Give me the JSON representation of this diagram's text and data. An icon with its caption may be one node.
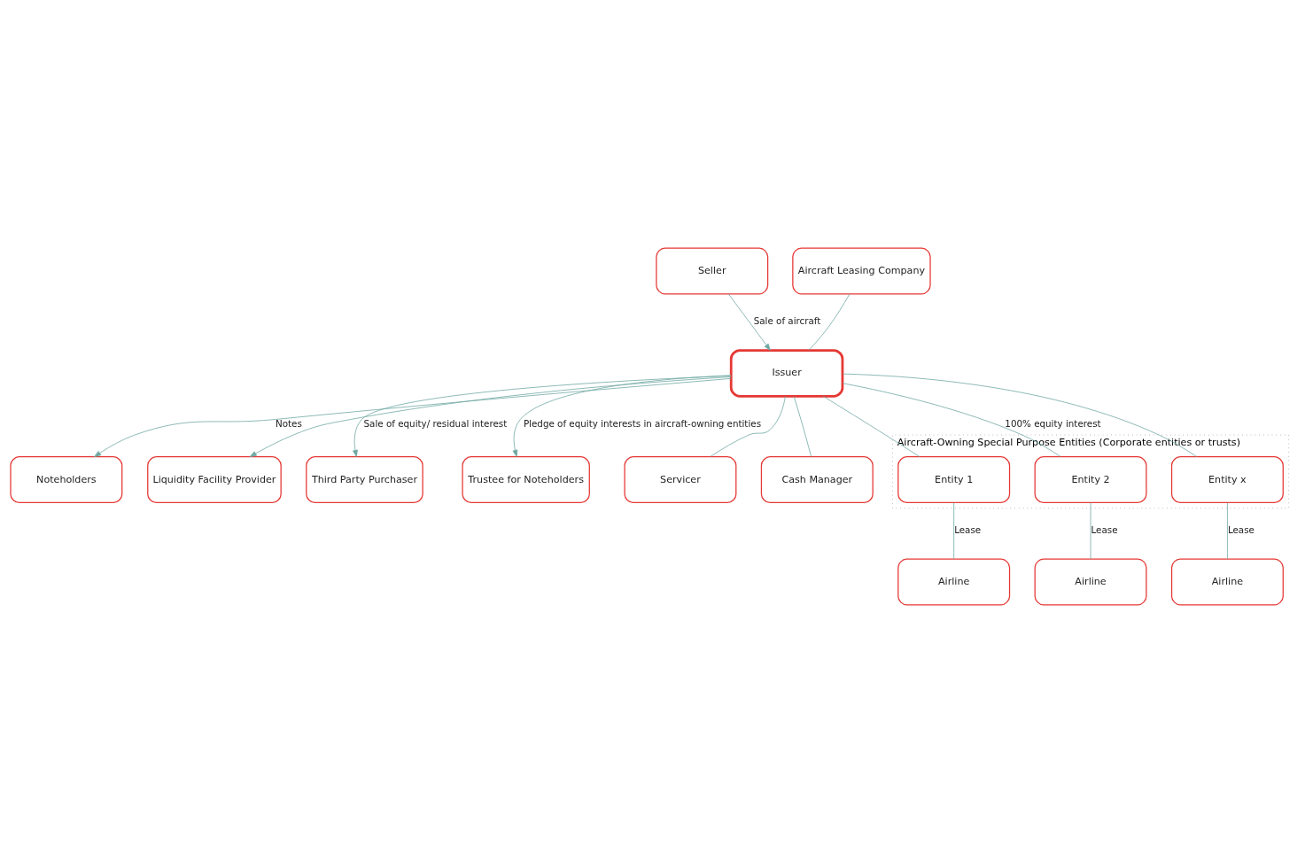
{
  "diagram": {
    "nodes": [
      {
        "text": [
          "Noteholders"
        ]
      },
      {
        "text": [
          "Liquidity Facility Provider"
        ]
      },
      {
        "text": [
          "Seller"
        ]
      },
      {
        "text": [
          "Aircraft Leasing Company"
        ]
      },
      {
        "text": [
          "Issuer"
        ]
      },
      {
        "text": [
          "Third Party Purchaser"
        ]
      },
      {
        "text": [
          "Trustee for Noteholders"
        ]
      },
      {
        "text": [
          "Servicer"
        ]
      },
      {
        "text": [
          "Cash Manager"
        ]
      },
      {
        "text": [
          "Aircraft-Owning Special Purpose Entities (Corporate entities or trusts)"
        ]
      },
      {
        "text": [
          "Entity 1"
        ],
        "in": 9
      },
      {
        "text": [
          "Entity 2"
        ],
        "in": 9
      },
      {
        "text": [
          "Entity x"
        ],
        "in": 9
      },
      {
        "text": [
          "Airline"
        ]
      },
      {
        "text": [
          "Airline"
        ]
      },
      {
        "text": [
          "Airline"
        ]
      }
    ],
    "edges": [
      {
        "from": 4,
        "to": 0,
        "arrow": "to",
        "label": "Notes"
      },
      {
        "from": 4,
        "to": 1,
        "arrow": "to"
      },
      {
        "from": 2,
        "to": 4,
        "arrow": "to",
        "label": "Sale of aircraft"
      },
      {
        "from": 3,
        "to": 4,
        "arrow": "none"
      },
      {
        "from": 4,
        "to": 5,
        "arrow": "to",
        "label": "Sale of equity/ residual interest"
      },
      {
        "from": 4,
        "to": 6,
        "arrow": "to",
        "label": "Pledge of equity interests in aircraft-owning entities"
      },
      {
        "from": 4,
        "to": 7,
        "arrow": "none"
      },
      {
        "from": 4,
        "to": 8,
        "arrow": "none"
      },
      {
        "from": 4,
        "to": 10,
        "arrow": "none"
      },
      {
        "from": 4,
        "to": 11,
        "arrow": "none",
        "label": "100% equity interest"
      },
      {
        "from": 4,
        "to": 12,
        "arrow": "none"
      },
      {
        "from": 10,
        "to": 13,
        "arrow": "none",
        "label": "Lease"
      },
      {
        "from": 11,
        "to": 14,
        "arrow": "none",
        "label": "Lease"
      },
      {
        "from": 12,
        "to": 15,
        "arrow": "none",
        "label": "Lease"
      }
    ]
  }
}
